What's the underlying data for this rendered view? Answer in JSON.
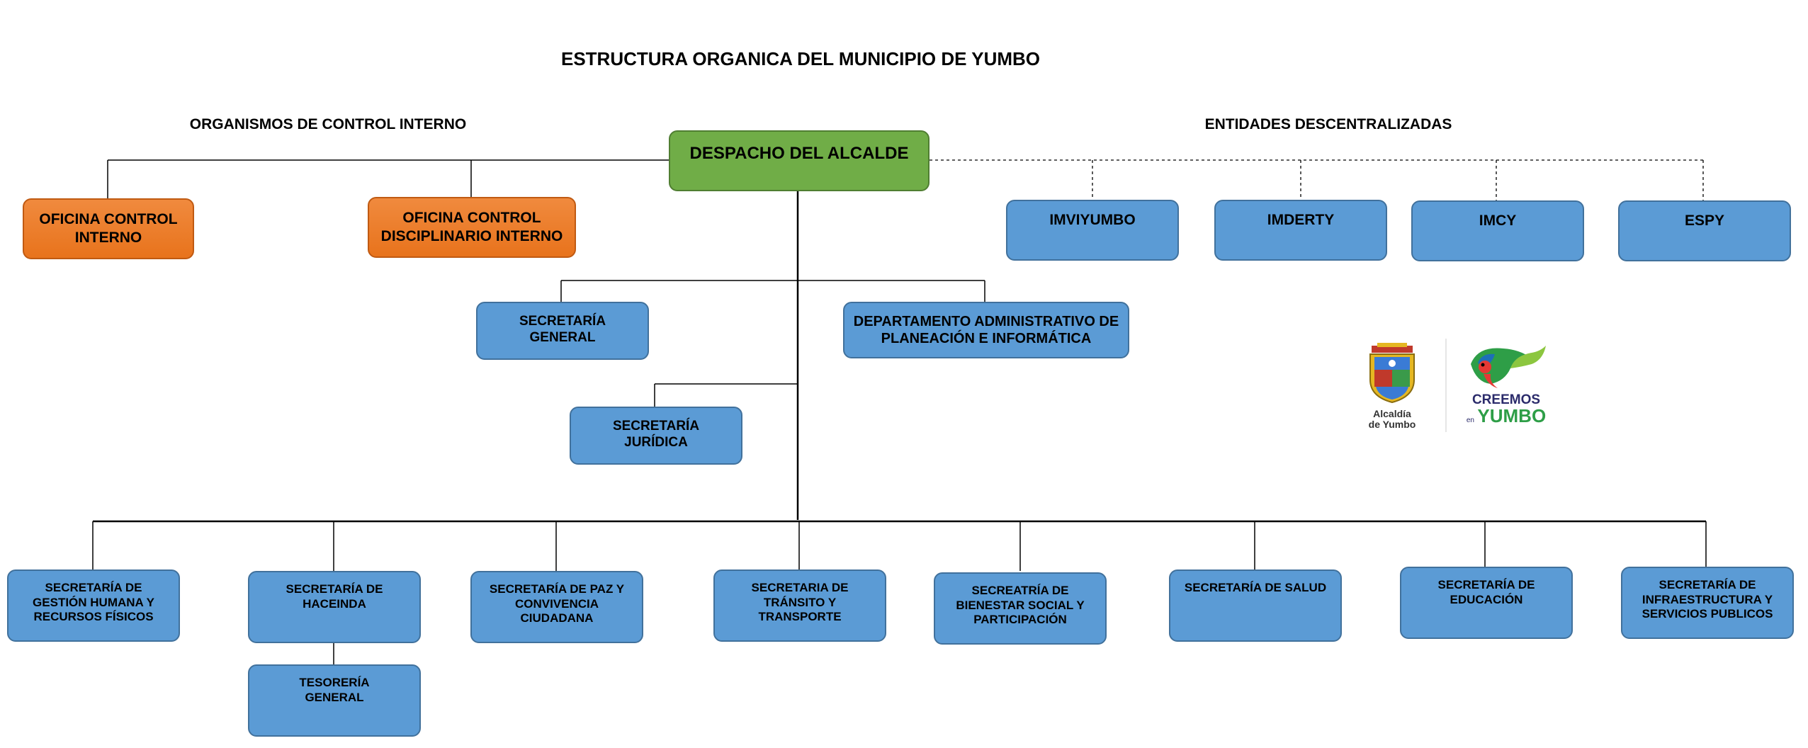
{
  "title": "ESTRUCTURA ORGANICA DEL MUNICIPIO DE YUMBO",
  "headings": {
    "control_interno": "ORGANISMOS DE CONTROL INTERNO",
    "entidades": "ENTIDADES DESCENTRALIZADAS"
  },
  "root": "DESPACHO DEL ALCALDE",
  "control_offices": [
    "OFICINA CONTROL\nINTERNO",
    "OFICINA CONTROL\nDISCIPLINARIO INTERNO"
  ],
  "entities": [
    "IMVIYUMBO",
    "IMDERTY",
    "IMCY",
    "ESPY"
  ],
  "middle": {
    "general": "SECRETARÍA\nGENERAL",
    "planeacion": "DEPARTAMENTO ADMINISTRATIVO DE\nPLANEACIÓN E INFORMÁTICA",
    "juridica": "SECRETARÍA\nJURÍDICA"
  },
  "secretariats": [
    "SECRETARÍA DE\nGESTIÓN HUMANA Y\nRECURSOS FÍSICOS",
    "SECRETARÍA DE\nHACEINDA",
    "SECRETARÍA DE PAZ Y\nCONVIVENCIA\nCIUDADANA",
    "SECRETARIA DE\nTRÁNSITO Y\nTRANSPORTE",
    "SECREATRÍA DE\nBIENESTAR SOCIAL Y\nPARTICIPACIÓN",
    "SECRETARÍA DE SALUD",
    "SECRETARÍA DE\nEDUCACIÓN",
    "SECRETARÍA DE\nINFRAESTRUCTURA Y\nSERVICIOS PUBLICOS"
  ],
  "tesoreria": "TESORERÍA\nGENERAL",
  "logos": {
    "alcaldia": "Alcaldía\nde Yumbo",
    "creemos": "CREEMOS",
    "creemos_en": "en",
    "yumbo": "YUMBO"
  },
  "colors": {
    "blue": "#5b9bd5",
    "orange": "#ed7d31",
    "green": "#70ad47"
  }
}
